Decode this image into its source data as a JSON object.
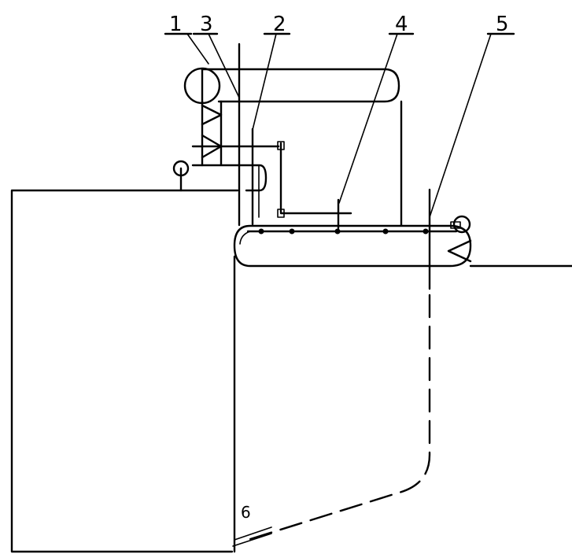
{
  "diagram": {
    "labels": {
      "l1": "1",
      "l2": "2",
      "l3": "3",
      "l4": "4",
      "l5": "5",
      "l6": "6"
    },
    "colors": {
      "line": "#000000",
      "background": "#ffffff"
    }
  }
}
